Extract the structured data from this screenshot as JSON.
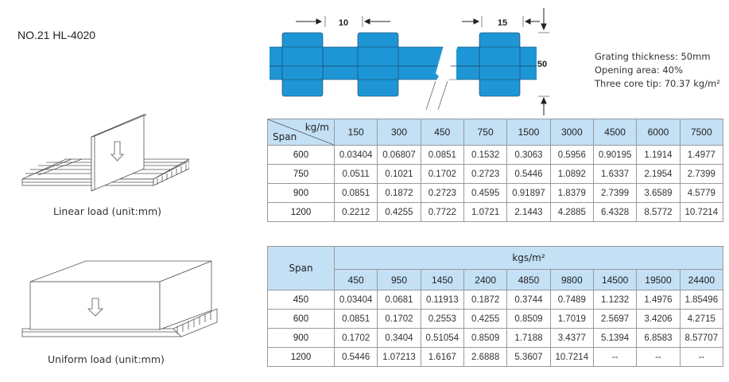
{
  "header": {
    "model": "NO.21  HL-4020"
  },
  "profile": {
    "dim_gap": "10",
    "dim_bar": "15",
    "dim_height": "50",
    "colors": {
      "bar": "#1e96d6",
      "outline": "#1a3a55"
    }
  },
  "specs": {
    "thickness": "Grating thickness: 50mm",
    "opening": "Opening area: 40%",
    "weight": "Three core tip: 70.37 kg/m²"
  },
  "linear": {
    "caption": "Linear load (unit:mm)",
    "unit": "kg/m",
    "span_label": "Span",
    "columns": [
      "150",
      "300",
      "450",
      "750",
      "1500",
      "3000",
      "4500",
      "6000",
      "7500"
    ],
    "rows": [
      {
        "span": "600",
        "values": [
          "0.03404",
          "0.06807",
          "0.0851",
          "0.1532",
          "0.3063",
          "0.5956",
          "0.90195",
          "1.1914",
          "1.4977"
        ]
      },
      {
        "span": "750",
        "values": [
          "0.0511",
          "0.1021",
          "0.1702",
          "0.2723",
          "0.5446",
          "1.0892",
          "1.6337",
          "2.1954",
          "2.7399"
        ]
      },
      {
        "span": "900",
        "values": [
          "0.0851",
          "0.1872",
          "0.2723",
          "0.4595",
          "0.91897",
          "1.8379",
          "2.7399",
          "3.6589",
          "4.5779"
        ]
      },
      {
        "span": "1200",
        "values": [
          "0.2212",
          "0.4255",
          "0.7722",
          "1.0721",
          "2.1443",
          "4.2885",
          "6.4328",
          "8.5772",
          "10.7214"
        ]
      }
    ]
  },
  "uniform": {
    "caption": "Uniform load (unit:mm)",
    "unit": "kgs/m²",
    "span_label": "Span",
    "columns": [
      "450",
      "950",
      "1450",
      "2400",
      "4850",
      "9800",
      "14500",
      "19500",
      "24400"
    ],
    "rows": [
      {
        "span": "450",
        "values": [
          "0.03404",
          "0.0681",
          "0.11913",
          "0.1872",
          "0.3744",
          "0.7489",
          "1.1232",
          "1.4976",
          "1.85496"
        ]
      },
      {
        "span": "600",
        "values": [
          "0.0851",
          "0.1702",
          "0.2553",
          "0.4255",
          "0.8509",
          "1.7019",
          "2.5697",
          "3.4206",
          "4.2715"
        ]
      },
      {
        "span": "900",
        "values": [
          "0.1702",
          "0.3404",
          "0.51054",
          "0.8509",
          "1.7188",
          "3.4377",
          "5.1394",
          "6.8583",
          "8.57707"
        ]
      },
      {
        "span": "1200",
        "values": [
          "0.5446",
          "1.07213",
          "1.6167",
          "2.6888",
          "5.3607",
          "10.7214",
          "--",
          "--",
          "--"
        ]
      }
    ]
  }
}
